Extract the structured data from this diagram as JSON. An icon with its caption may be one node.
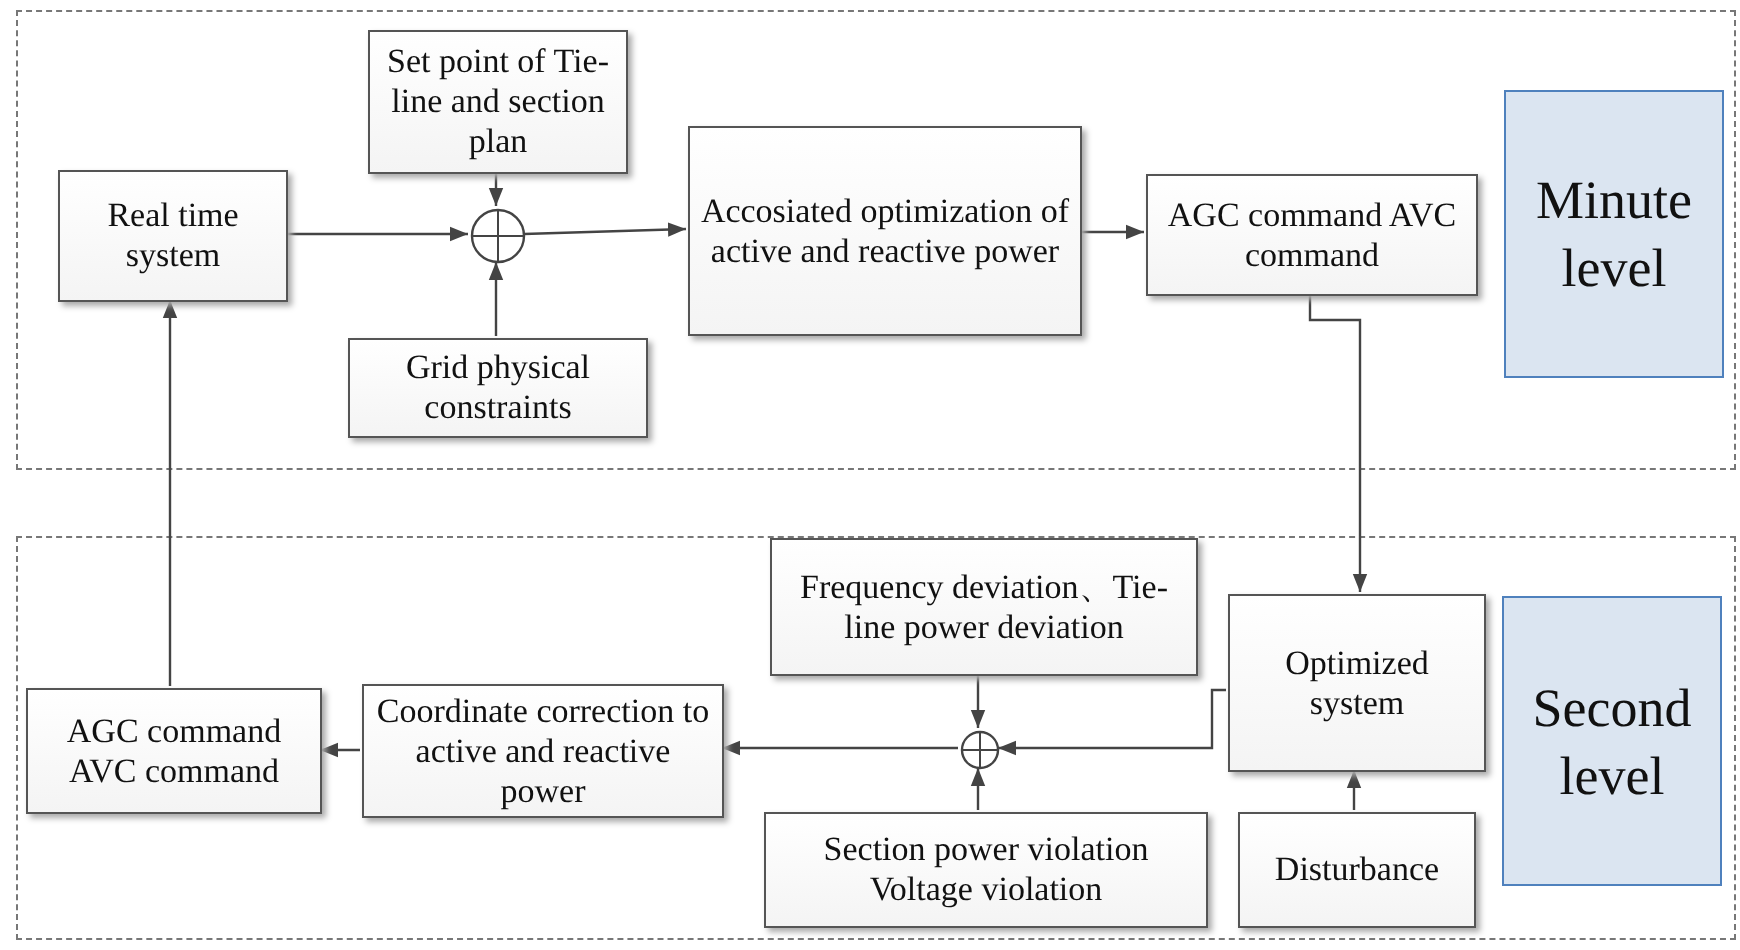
{
  "diagram": {
    "nodes": [
      {
        "text": [],
        "shape": "band"
      },
      {
        "text": [
          "Real time system"
        ],
        "in": 0
      },
      {
        "text": [
          "Set point of Tie-line and section plan"
        ],
        "in": 0
      },
      {
        "text": [],
        "shape": "circle",
        "in": 0
      },
      {
        "text": [
          "Grid physical constraints"
        ],
        "in": 0
      },
      {
        "text": [
          "Accosiated optimization of active and reactive power"
        ],
        "in": 0
      },
      {
        "text": [
          "AGC command AVC command"
        ],
        "in": 0
      },
      {
        "text": [
          "Minute level"
        ],
        "in": 0
      },
      {
        "text": [],
        "shape": "band"
      },
      {
        "text": [
          "Frequency deviation、Tie-line power deviation"
        ],
        "in": 8
      },
      {
        "text": [
          "Optimized system"
        ],
        "in": 8
      },
      {
        "text": [
          "AGC command AVC command"
        ],
        "in": 8
      },
      {
        "text": [
          "Coordinate correction to active and reactive power"
        ],
        "in": 8
      },
      {
        "text": [],
        "shape": "circle",
        "in": 8
      },
      {
        "text": [
          "Second level"
        ],
        "in": 8
      },
      {
        "text": [
          "Section power violation Voltage violation"
        ],
        "in": 8
      },
      {
        "text": [
          "Disturbance"
        ],
        "in": 8
      }
    ],
    "edges": [
      {
        "from": 1,
        "to": 3,
        "arrow": "to"
      },
      {
        "from": 2,
        "to": 3,
        "arrow": "to"
      },
      {
        "from": 4,
        "to": 3,
        "arrow": "to"
      },
      {
        "from": 3,
        "to": 5,
        "arrow": "to"
      },
      {
        "from": 5,
        "to": 6,
        "arrow": "to"
      },
      {
        "from": 6,
        "to": 10,
        "arrow": "to"
      },
      {
        "from": 10,
        "to": 13,
        "arrow": "to"
      },
      {
        "from": 9,
        "to": 13,
        "arrow": "to"
      },
      {
        "from": 15,
        "to": 13,
        "arrow": "to"
      },
      {
        "from": 13,
        "to": 12,
        "arrow": "to"
      },
      {
        "from": 12,
        "to": 11,
        "arrow": "to"
      },
      {
        "from": 11,
        "to": 1,
        "arrow": "to"
      },
      {
        "from": 16,
        "to": 10,
        "arrow": "to"
      }
    ]
  }
}
